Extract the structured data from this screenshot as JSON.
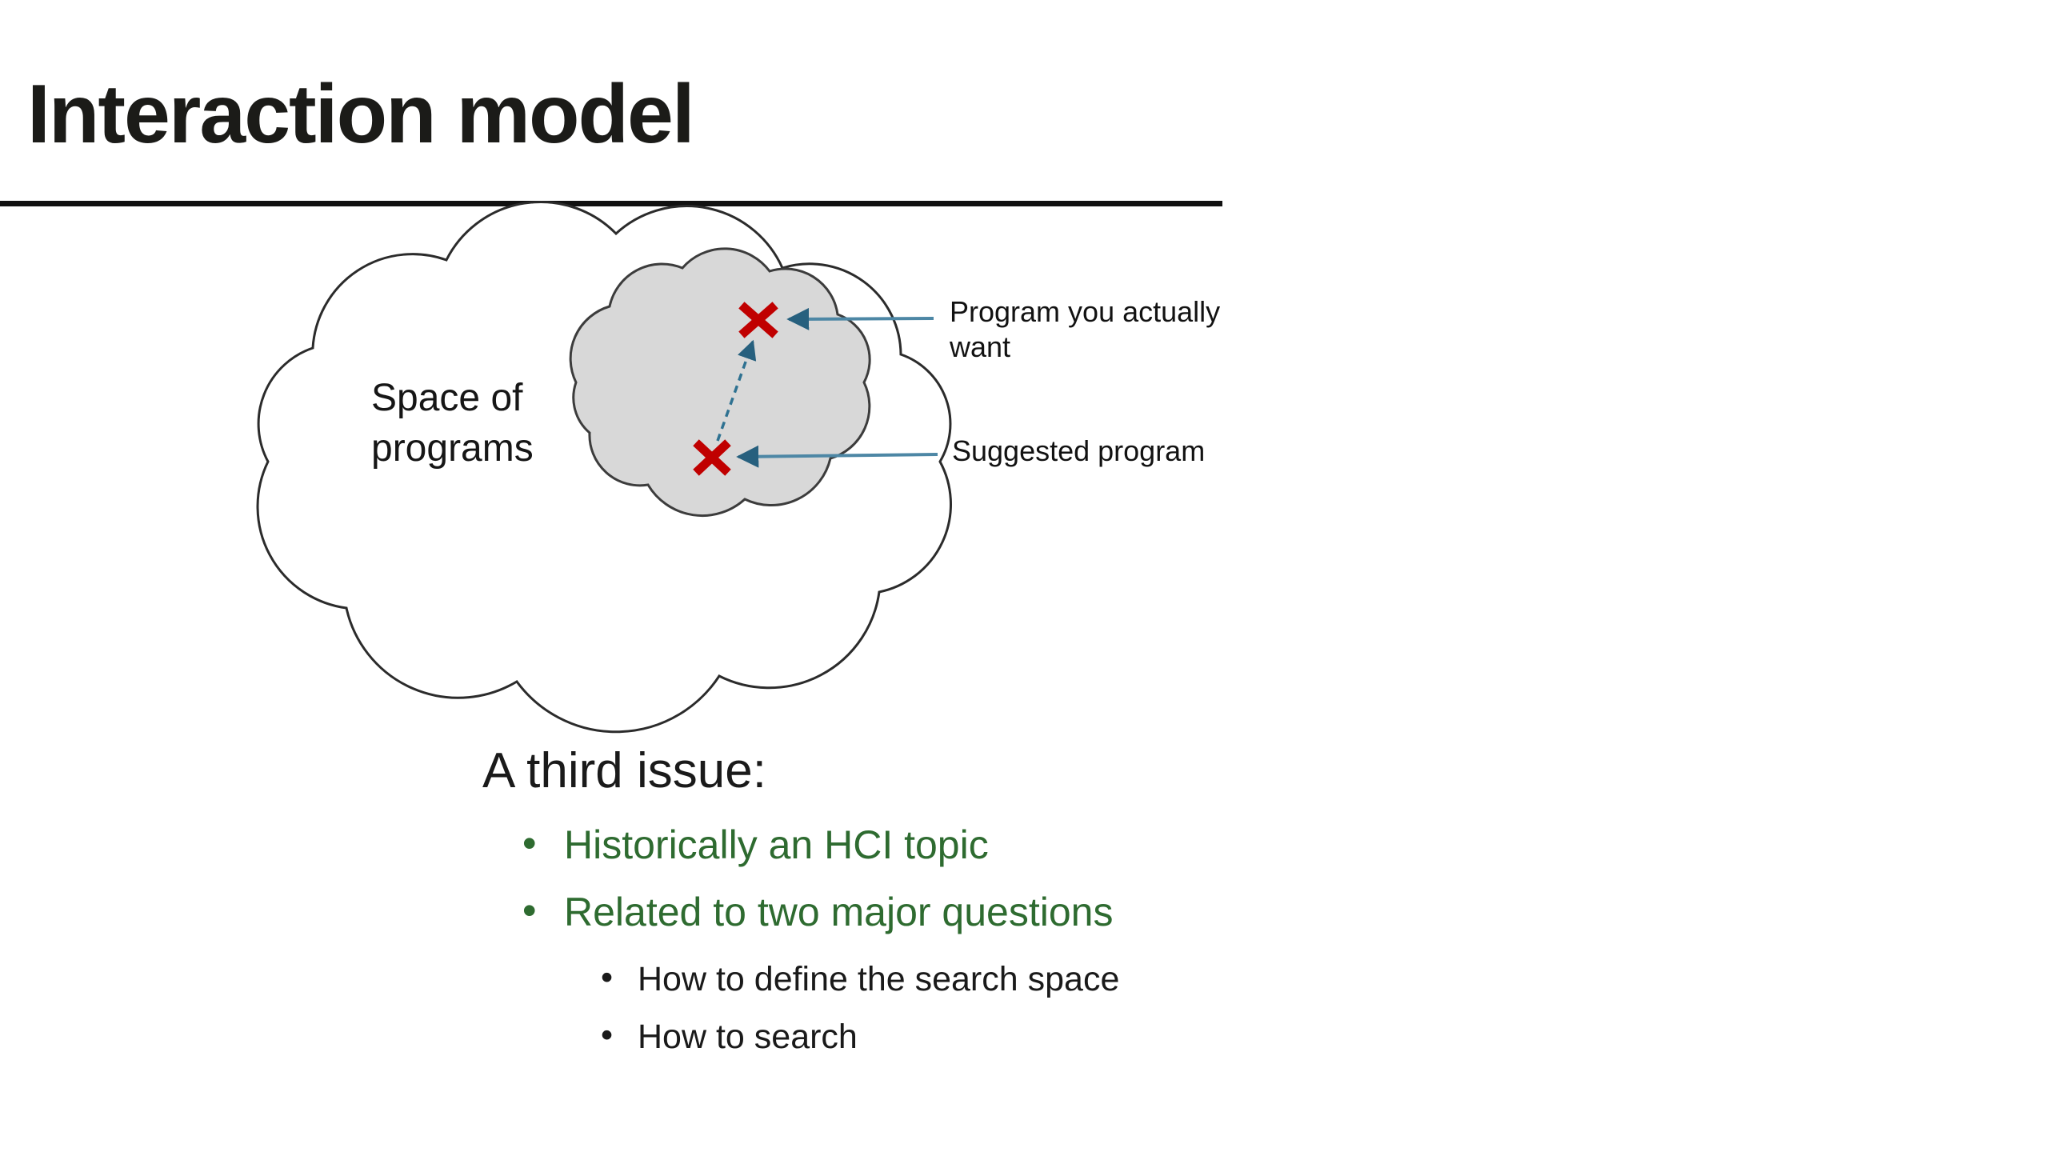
{
  "slide": {
    "title": "Interaction model",
    "diagram": {
      "space_label": "Space of programs",
      "label_wanted": "Program you actually want",
      "label_suggested": "Suggested program",
      "marker_top": "x-mark-program-wanted",
      "marker_bottom": "x-mark-suggested-program"
    },
    "content": {
      "heading": "A third issue:",
      "bullets": [
        "Historically an HCI topic",
        "Related to two major questions"
      ],
      "sub_bullets": [
        "How to define the search space",
        "How to search"
      ]
    },
    "colors": {
      "bullet_green": "#2e6b30",
      "marker_red": "#c00000",
      "arrow_line_blue": "#4d87a5",
      "arrowhead_teal": "#27607e",
      "dashed_arrow_teal": "#2e7191",
      "inner_cloud_gray": "#d8d8d8",
      "cloud_outline": "#2b2b2b"
    }
  }
}
